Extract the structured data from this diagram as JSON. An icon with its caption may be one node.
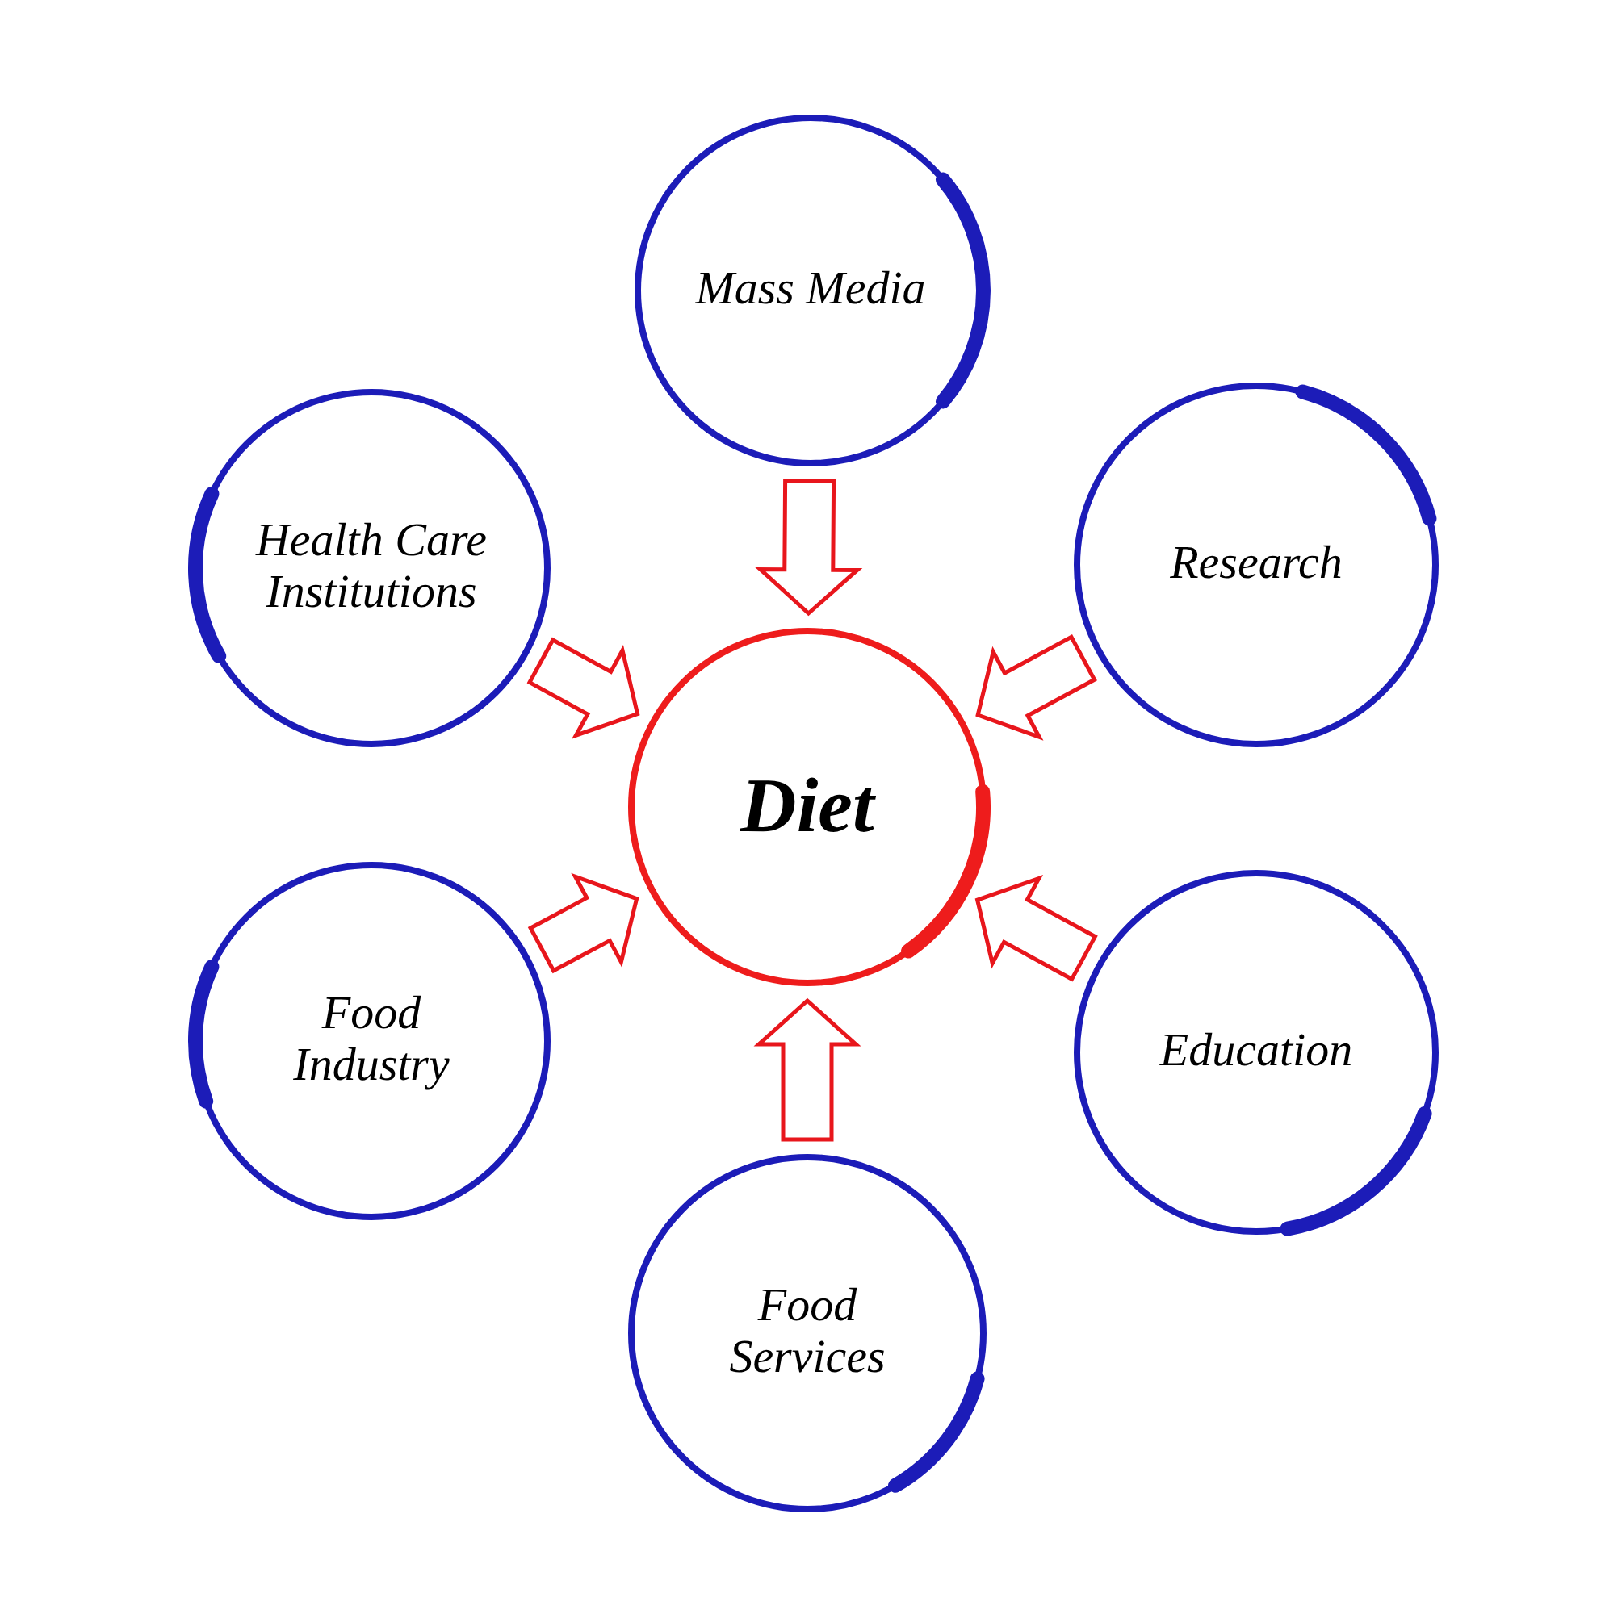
{
  "diagram": {
    "nodes": [
      {
        "text": [
          "Mass Media"
        ]
      },
      {
        "text": [
          "Health Care Institutions"
        ]
      },
      {
        "text": [
          "Research"
        ]
      },
      {
        "text": [
          "Diet"
        ]
      },
      {
        "text": [
          "Food Industry"
        ]
      },
      {
        "text": [
          "Education"
        ]
      },
      {
        "text": [
          "Food Services"
        ]
      }
    ],
    "edges": [
      {
        "from": 0,
        "to": 3,
        "arrow": "to"
      },
      {
        "from": 1,
        "to": 3,
        "arrow": "to"
      },
      {
        "from": 2,
        "to": 3,
        "arrow": "to"
      },
      {
        "from": 4,
        "to": 3,
        "arrow": "to"
      },
      {
        "from": 5,
        "to": 3,
        "arrow": "to"
      },
      {
        "from": 6,
        "to": 3,
        "arrow": "to"
      }
    ]
  }
}
